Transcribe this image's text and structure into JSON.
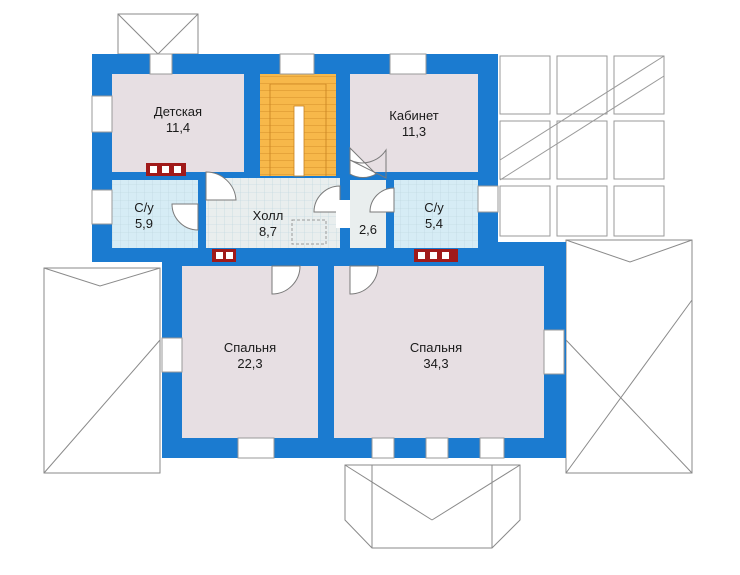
{
  "colors": {
    "wall": "#1b7bd0",
    "room": "#e7dfe3",
    "wet_room": "#d6ecf5",
    "hall": "#e9eeee",
    "stairs": "#f7b84a",
    "window": "#ffffff",
    "chimney": "#a01a1a",
    "roof_line": "#8a8a8a"
  },
  "rooms": {
    "nursery": {
      "name": "Детская",
      "area": "11,4"
    },
    "study": {
      "name": "Кабинет",
      "area": "11,3"
    },
    "bath_left": {
      "name": "С/у",
      "area": "5,9"
    },
    "hall": {
      "name": "Холл",
      "area": "8,7"
    },
    "closet": {
      "name": "",
      "area": "2,6"
    },
    "bath_right": {
      "name": "С/у",
      "area": "5,4"
    },
    "bedroom_left": {
      "name": "Спальня",
      "area": "22,3"
    },
    "bedroom_right": {
      "name": "Спальня",
      "area": "34,3"
    }
  }
}
